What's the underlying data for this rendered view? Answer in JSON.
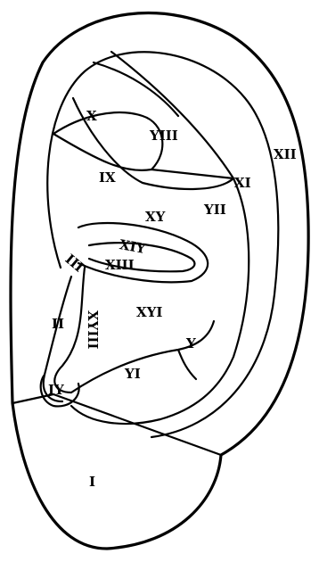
{
  "zones": [
    {
      "id": "I",
      "label": "I"
    },
    {
      "id": "II",
      "label": "II"
    },
    {
      "id": "III",
      "label": "III"
    },
    {
      "id": "IV",
      "label": "IY"
    },
    {
      "id": "V",
      "label": "Y"
    },
    {
      "id": "VI",
      "label": "YI"
    },
    {
      "id": "VII",
      "label": "YII"
    },
    {
      "id": "VIII",
      "label": "YIII"
    },
    {
      "id": "IX",
      "label": "IX"
    },
    {
      "id": "X",
      "label": "X"
    },
    {
      "id": "XI",
      "label": "XI"
    },
    {
      "id": "XII",
      "label": "XII"
    },
    {
      "id": "XIII",
      "label": "XIII"
    },
    {
      "id": "XIV",
      "label": "XIY"
    },
    {
      "id": "XV",
      "label": "XY"
    },
    {
      "id": "XVI",
      "label": "XYI"
    },
    {
      "id": "XVIII",
      "label": "XYIII"
    }
  ]
}
